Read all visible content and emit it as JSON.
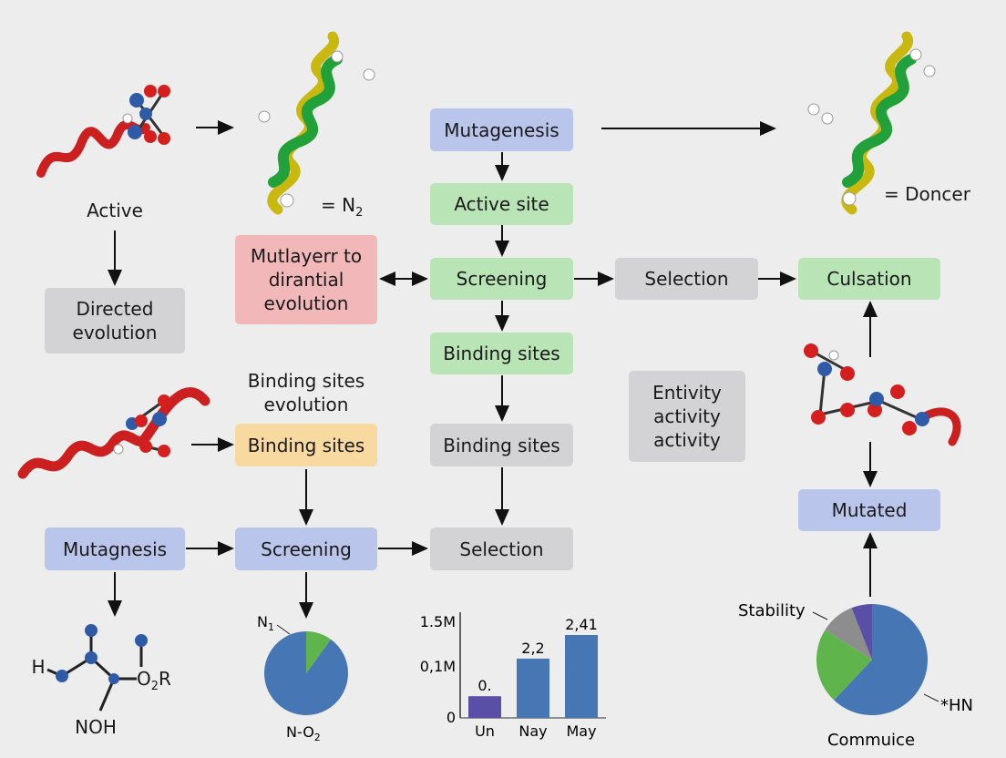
{
  "boxes": {
    "mutagenesis": "Mutagenesis",
    "active_site": "Active site",
    "screening_center": "Screening",
    "binding_sites_center": "Binding sites",
    "binding_sites_gray": "Binding sites",
    "selection_mid": "Selection",
    "culsation": "Culsation",
    "directed_evolution": "Directed evolution",
    "mutlayer": "Mutlayerr to dirantial evolution",
    "binding_sites_orange": "Binding sites",
    "entivity": "Entivity activity activity",
    "mutagnesis_bottom": "Mutagnesis",
    "screening_bottom": "Screening",
    "selection_bottom": "Selection",
    "mutated": "Mutated"
  },
  "labels": {
    "active": "Active",
    "n2": "= N",
    "n2_sub": "2",
    "doncer": "= Doncer",
    "binding_sites_evolution": "Binding sites evolution",
    "molecule_h": "H",
    "molecule_o2r": "O",
    "molecule_o2r_sub": "2",
    "molecule_o2r_end": "R",
    "molecule_noh": "NOH"
  },
  "pie_left": {
    "label_top": "N",
    "label_top_sub": "1",
    "label_bottom": "N-O",
    "label_bottom_sub": "2"
  },
  "chart_data": [
    {
      "type": "bar",
      "categories": [
        "Un",
        "Nay",
        "May"
      ],
      "values": [
        0.34,
        0.93,
        1.3
      ],
      "data_labels": [
        "0.",
        "2,2",
        "2,41"
      ],
      "yticks": [
        "1.5M",
        "0,1M",
        "0"
      ],
      "ylim": [
        0,
        1.6
      ],
      "colors": [
        "#5a4fa6",
        "#4677b4",
        "#4677b4"
      ]
    },
    {
      "type": "pie",
      "labels": [
        "Stability",
        "*HN",
        "Commuice"
      ],
      "values": [
        62,
        22,
        10,
        6
      ],
      "colors": [
        "#4677b4",
        "#5fb44c",
        "#8d8d8d",
        "#5a4fa6"
      ]
    },
    {
      "type": "pie",
      "values": [
        90,
        10
      ],
      "colors": [
        "#4677b4",
        "#5fb44c"
      ]
    }
  ],
  "colors": {
    "blue_box": "#b9c5ea",
    "green_box": "#b9e4b5",
    "gray_box": "#d3d3d5",
    "red_box": "#f1b7b9",
    "orange_box": "#f8d9a0"
  }
}
